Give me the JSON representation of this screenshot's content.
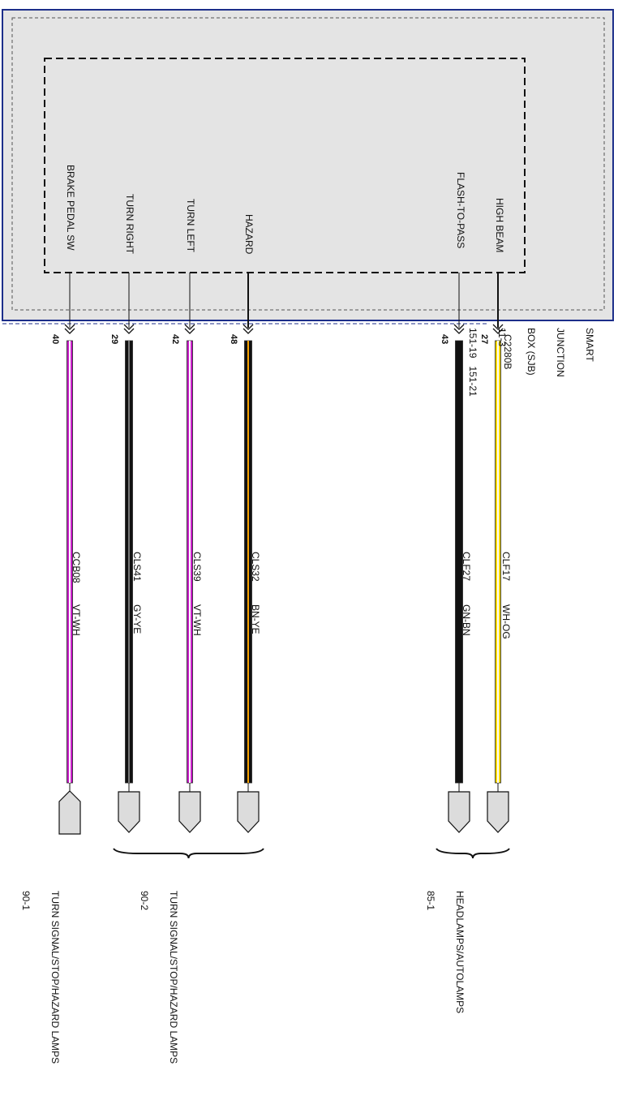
{
  "module": {
    "lines": [
      "SMART",
      "JUNCTION",
      "BOX (SJB)",
      "11-3",
      "151-19   151-21"
    ],
    "connector": "C2280B"
  },
  "circuits": [
    {
      "id": "brake",
      "signal": "BRAKE PEDAL SW",
      "pin": "40",
      "circuit": "CCB08",
      "color": "VT-WH",
      "main": "#c81ec8",
      "stripe": "#ffffff",
      "connector": "open"
    },
    {
      "id": "turn-right",
      "signal": "TURN RIGHT",
      "pin": "29",
      "circuit": "CLS41",
      "color": "GY-YE",
      "main": "#111111",
      "stripe": "#777777",
      "connector": "arrow"
    },
    {
      "id": "turn-left",
      "signal": "TURN LEFT",
      "pin": "42",
      "circuit": "CLS39",
      "color": "VT-WH",
      "main": "#c81ec8",
      "stripe": "#ffffff",
      "connector": "arrow"
    },
    {
      "id": "hazard",
      "signal": "HAZARD",
      "pin": "48",
      "circuit": "CLS32",
      "color": "BN-YE",
      "main": "#111111",
      "stripe": "#f5a000",
      "connector": "arrow"
    },
    {
      "id": "flash",
      "signal": "FLASH-TO-PASS",
      "pin": "43",
      "circuit": "CLF27",
      "color": "GN-BN",
      "main": "#111111",
      "stripe": "#111111",
      "connector": "arrow"
    },
    {
      "id": "high-beam",
      "signal": "HIGH BEAM",
      "pin": "27",
      "circuit": "CLF17",
      "color": "WH-OG",
      "main": "#f5d800",
      "stripe": "#ffffff",
      "connector": "arrow"
    }
  ],
  "destinations": [
    {
      "id": "dest-1",
      "title": "TURN SIGNAL/STOP/HAZARD LAMPS",
      "page": "90-1"
    },
    {
      "id": "dest-2",
      "title": "TURN SIGNAL/STOP/HAZARD LAMPS",
      "page": "90-2"
    },
    {
      "id": "dest-3",
      "title": "HEADLAMPS/AUTOLAMPS",
      "page": "85-1"
    }
  ]
}
